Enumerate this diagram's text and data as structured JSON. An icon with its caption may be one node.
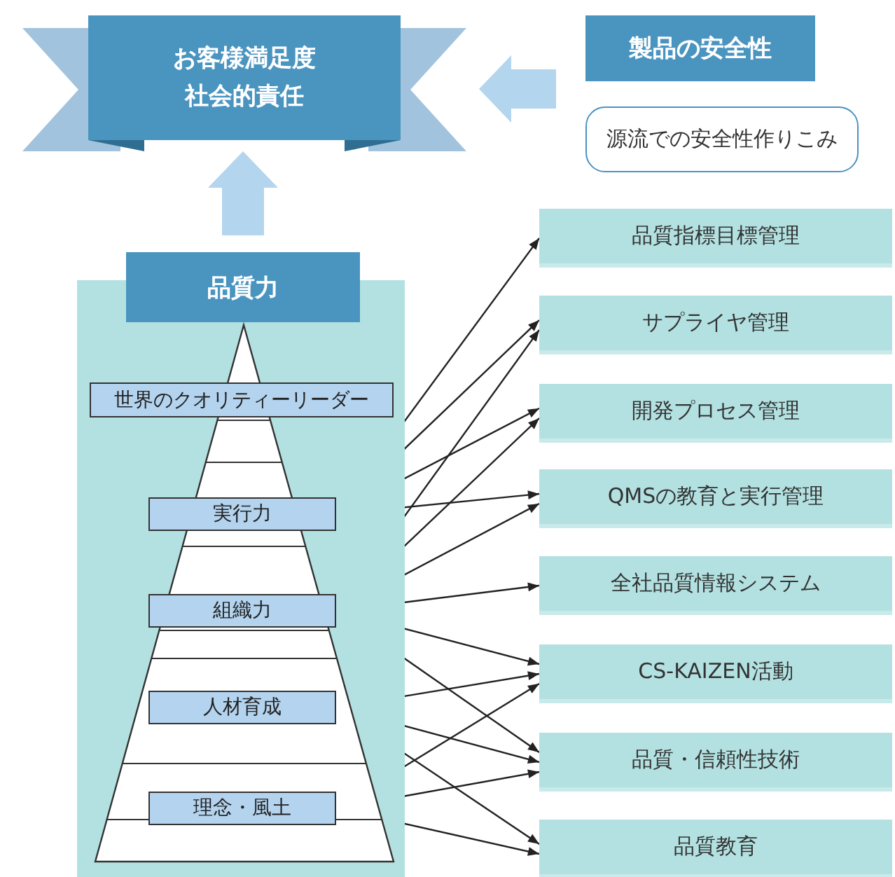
{
  "diagram": {
    "nodes": [
      {
        "text": [
          "お客様満足度",
          "社会的責任"
        ]
      },
      {
        "text": [
          "製品の安全性"
        ]
      },
      {
        "text": [
          "源流での安全性作りこみ"
        ]
      },
      {
        "text": [],
        "shape": "box"
      },
      {
        "text": [
          "品質力"
        ]
      },
      {
        "text": [
          "世界のクオリティーリーダー"
        ],
        "in": 3
      },
      {
        "text": [
          "実行力"
        ],
        "in": 3
      },
      {
        "text": [
          "組織力"
        ],
        "in": 3
      },
      {
        "text": [
          "人材育成"
        ],
        "in": 3
      },
      {
        "text": [
          "理念・風土"
        ],
        "in": 3
      },
      {
        "text": [
          "品質指標目標管理"
        ]
      },
      {
        "text": [
          "サプライヤ管理"
        ]
      },
      {
        "text": [
          "開発プロセス管理"
        ]
      },
      {
        "text": [
          "QMSの教育と実行管理"
        ]
      },
      {
        "text": [
          "全社品質情報システム"
        ]
      },
      {
        "text": [
          "CS-KAIZEN活動"
        ]
      },
      {
        "text": [
          "品質・信頼性技術"
        ]
      },
      {
        "text": [
          "品質教育"
        ]
      }
    ],
    "edges": [
      {
        "from": 4,
        "to": 0,
        "arrow": "to",
        "style": "thick",
        "color": "#b3d5ee"
      },
      {
        "from": 1,
        "to": 0,
        "arrow": "to",
        "style": "thick",
        "color": "#b3d5ee"
      },
      {
        "from": 6,
        "to": 10,
        "arrow": "to"
      },
      {
        "from": 6,
        "to": 11,
        "arrow": "to"
      },
      {
        "from": 6,
        "to": 12,
        "arrow": "to"
      },
      {
        "from": 6,
        "to": 13,
        "arrow": "to"
      },
      {
        "from": 7,
        "to": 11,
        "arrow": "to"
      },
      {
        "from": 7,
        "to": 12,
        "arrow": "to"
      },
      {
        "from": 7,
        "to": 13,
        "arrow": "to"
      },
      {
        "from": 7,
        "to": 14,
        "arrow": "to"
      },
      {
        "from": 7,
        "to": 15,
        "arrow": "to"
      },
      {
        "from": 7,
        "to": 16,
        "arrow": "to"
      },
      {
        "from": 8,
        "to": 15,
        "arrow": "to"
      },
      {
        "from": 8,
        "to": 16,
        "arrow": "to"
      },
      {
        "from": 8,
        "to": 17,
        "arrow": "to"
      },
      {
        "from": 9,
        "to": 15,
        "arrow": "to"
      },
      {
        "from": 9,
        "to": 16,
        "arrow": "to"
      },
      {
        "from": 9,
        "to": 17,
        "arrow": "to"
      }
    ]
  }
}
